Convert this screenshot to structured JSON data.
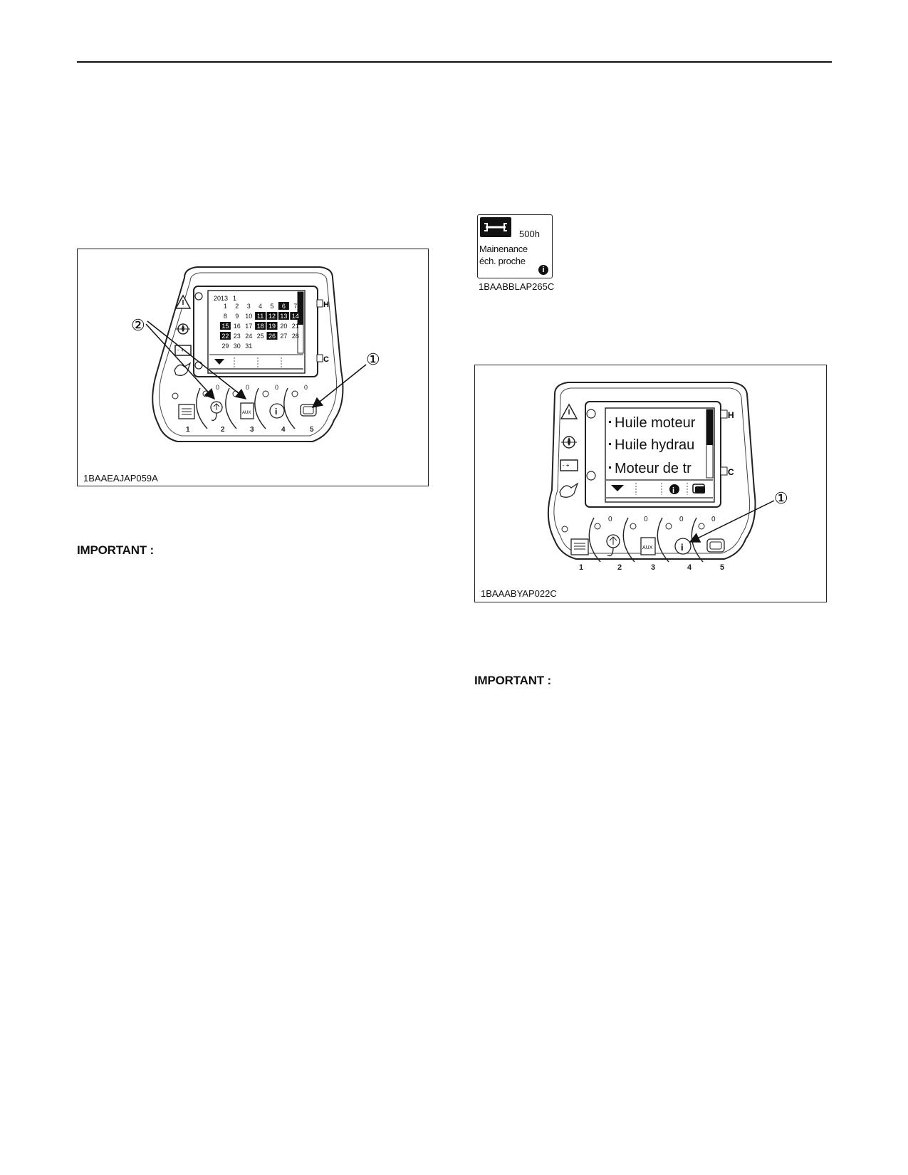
{
  "figure1": {
    "code": "1BAAEAJAP059A",
    "callouts": [
      "②",
      "①"
    ],
    "calendar": {
      "year": "2013",
      "month": "1",
      "rows": [
        [
          "",
          "1",
          "2",
          "3",
          "4",
          "5",
          "6",
          "7"
        ],
        [
          "",
          "8",
          "9",
          "10",
          "11",
          "12",
          "13",
          "14"
        ],
        [
          "",
          "15",
          "16",
          "17",
          "18",
          "19",
          "20",
          "21"
        ],
        [
          "",
          "22",
          "23",
          "24",
          "25",
          "26",
          "27",
          "28"
        ],
        [
          "",
          "29",
          "30",
          "31"
        ]
      ],
      "highlighted": [
        "6",
        "11",
        "12",
        "13",
        "14",
        "15",
        "18",
        "19",
        "22",
        "26"
      ]
    },
    "side_labels": [
      "H",
      "C"
    ],
    "button_numbers": [
      "1",
      "2",
      "3",
      "4",
      "5"
    ],
    "aux_label": "AUX"
  },
  "maintenance_label": {
    "hours": "500h",
    "line1": "Mainenance",
    "line2": "éch. proche",
    "code": "1BAABBLAP265C"
  },
  "figure2": {
    "code": "1BAAABYAP022C",
    "callout": "①",
    "menu_items": [
      "Huile moteur",
      "Huile hydrau",
      "Moteur de tr"
    ],
    "side_labels": [
      "H",
      "C"
    ],
    "button_numbers": [
      "1",
      "2",
      "3",
      "4",
      "5"
    ],
    "aux_label": "AUX"
  },
  "notes": {
    "important_left": "IMPORTANT :",
    "important_right": "IMPORTANT :"
  }
}
